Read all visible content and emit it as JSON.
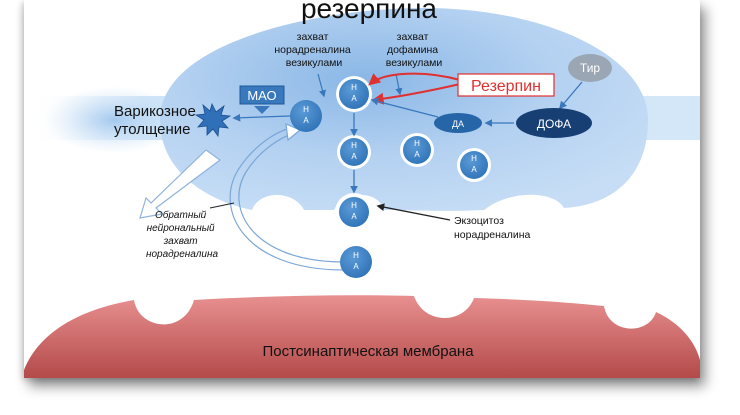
{
  "title_fragment": "резерпина",
  "labels": {
    "vesicle_na_uptake": [
      "захват",
      "норадреналина",
      "везикулами"
    ],
    "vesicle_da_uptake": [
      "захват",
      "дофамина",
      "везикулами"
    ],
    "reserpine": "Резерпин",
    "varicose": [
      "Варикозное",
      "утолщение"
    ],
    "mao": "МАО",
    "tyr": "Тир",
    "dopa": "ДОФА",
    "da": "ДА",
    "na": "Н\nА",
    "exocytosis": [
      "Экзоцитоз",
      "норадреналина"
    ],
    "reuptake": [
      "Обратный",
      "нейрональный",
      "захват",
      "норадреналина"
    ],
    "postsynaptic": "Постсинаптическая мембрана"
  },
  "colors": {
    "cell_body": "#b7d4f2",
    "axon_band": "#cfe4f7",
    "vesicle": "#3f86cb",
    "dopa": "#173f74",
    "da": "#2565a8",
    "tyr": "#9aa6b4",
    "reserpine_red": "#e03030",
    "membrane": "#e07d7d",
    "star": "#2f70b8"
  }
}
